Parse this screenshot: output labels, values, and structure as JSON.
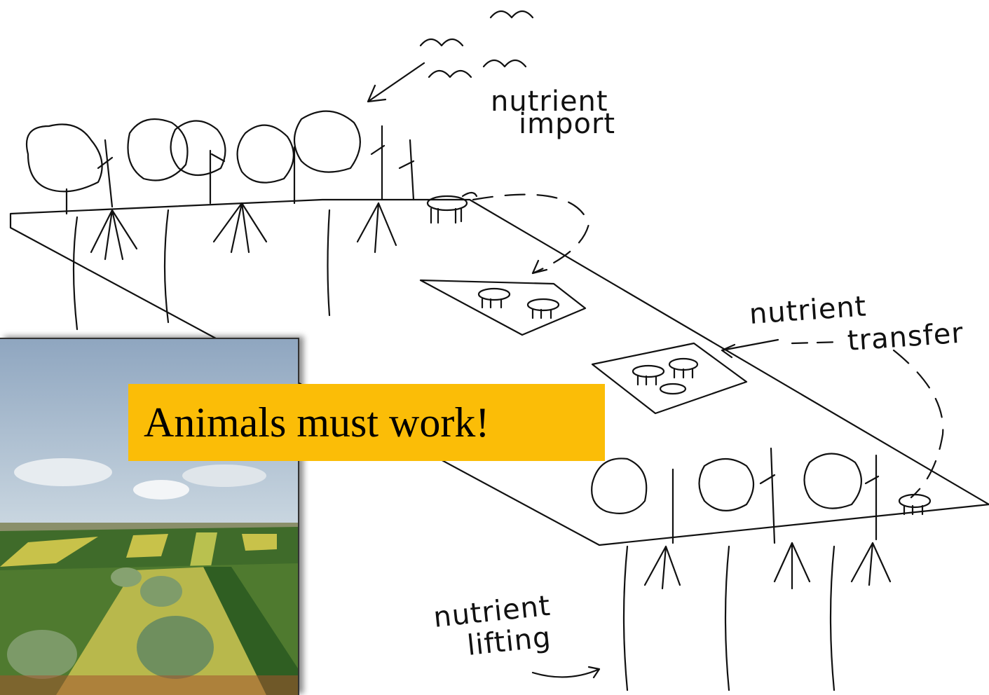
{
  "labels": {
    "nutrient_import": [
      "nutrient",
      "import"
    ],
    "nutrient_transfer": [
      "nutrient",
      "transfer"
    ],
    "nutrient_lifting": [
      "nutrient",
      "lifting"
    ]
  },
  "banner": {
    "text": "Animals must work!",
    "color": "#fbbd07"
  }
}
